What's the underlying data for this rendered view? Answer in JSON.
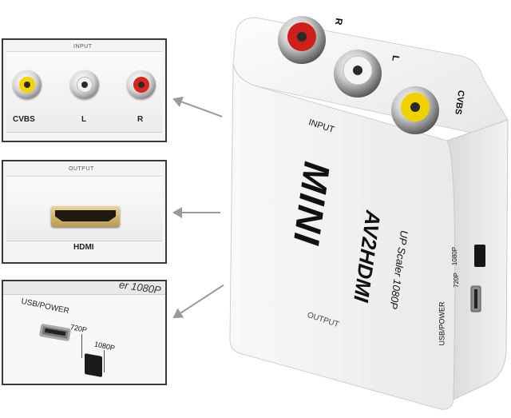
{
  "panels": {
    "input": {
      "caption": "INPUT",
      "jacks": [
        {
          "label": "CVBS",
          "color": "#f2d400"
        },
        {
          "label": "L",
          "color": "#f2f2f2"
        },
        {
          "label": "R",
          "color": "#d8251f"
        }
      ]
    },
    "output": {
      "caption": "OUTPUT",
      "port_label": "HDMI"
    },
    "power": {
      "caption_partial": "er 1080P",
      "usb_label": "USB/POWER",
      "switch_left": "720P",
      "switch_right": "1080P"
    }
  },
  "device": {
    "brand": "MINI",
    "model": "AV2HDMI",
    "subtitle": "UP Scaler 1080P",
    "input_label": "INPUT",
    "output_label": "OUTPUT",
    "jack_r": "R",
    "jack_l": "L",
    "jack_cvbs": "CVBS",
    "usb_label": "USB/POWER",
    "switch_720": "720P",
    "switch_1080": "1080P"
  },
  "colors": {
    "yellow": "#f2d400",
    "red": "#d8251f",
    "white": "#f2f2f2",
    "frame": "#3a3a3a"
  }
}
